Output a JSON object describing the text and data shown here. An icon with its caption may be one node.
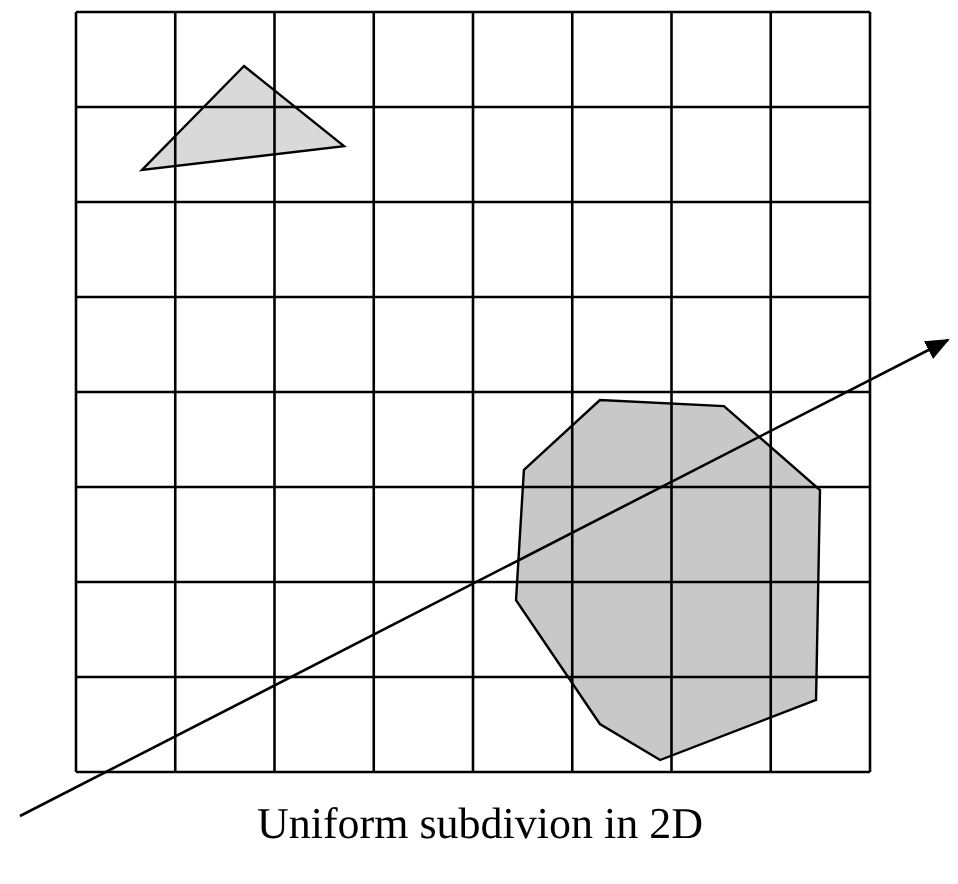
{
  "diagram": {
    "caption": "Uniform subdivion in 2D",
    "nodes": [
      {
        "text": [],
        "shape": "triangle"
      },
      {
        "text": [],
        "shape": "polygon"
      }
    ]
  }
}
